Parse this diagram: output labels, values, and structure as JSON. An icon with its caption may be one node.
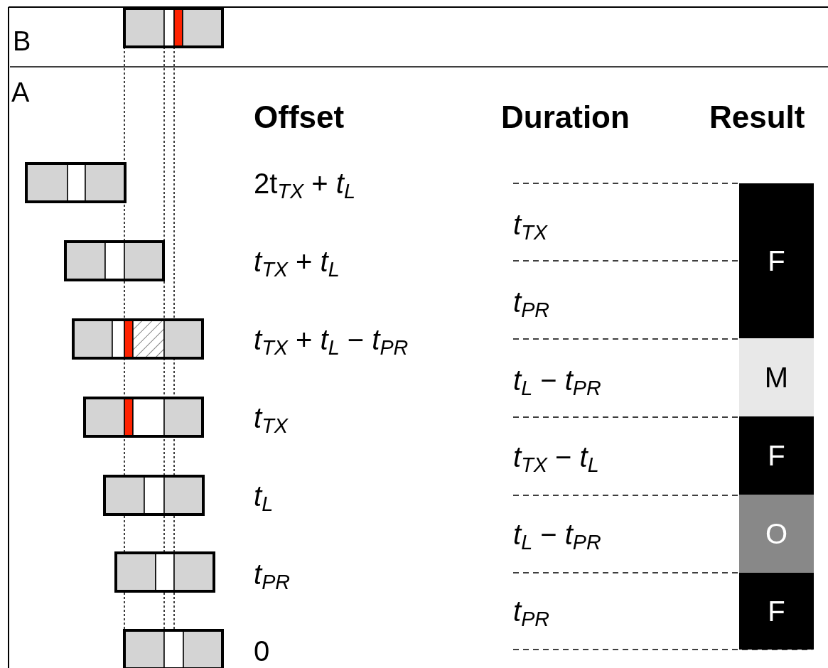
{
  "diagram": {
    "nodes": [
      {
        "text": [
          "F"
        ]
      },
      {
        "text": [
          "M"
        ]
      },
      {
        "text": [
          "F"
        ]
      },
      {
        "text": [
          "O"
        ]
      },
      {
        "text": [
          "F"
        ]
      }
    ],
    "labels": [
      "B",
      "A",
      "Offset",
      "Duration",
      "Result",
      "2t$_{TX}$ + *t*$_{L}$",
      "*t*$_{TX}$",
      "*t*$_{TX}$ + *t*$_{L}$",
      "*t*$_{PR}$",
      "*t*$_{TX}$ + *t*$_{L}$ − *t*$_{PR}$",
      "*t*$_{L}$ − *t*$_{PR}$",
      "*t*$_{TX}$",
      "*t*$_{TX}$ − *t*$_{L}$",
      "*t*$_{L}$",
      "*t*$_{L}$ − *t*$_{PR}$",
      "*t*$_{PR}$",
      "*t*$_{PR}$",
      "0"
    ]
  }
}
